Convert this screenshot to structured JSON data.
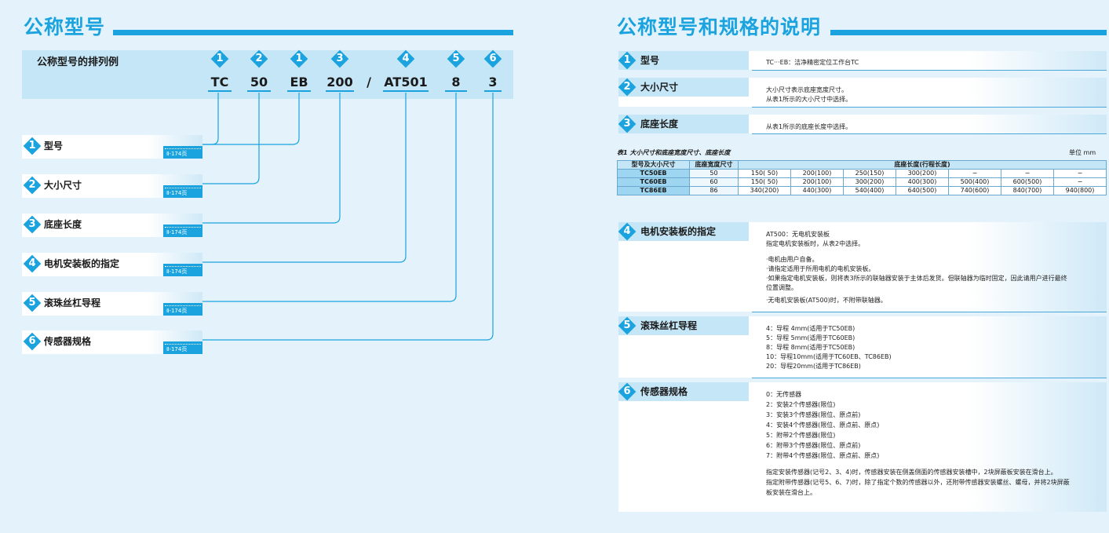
{
  "left": {
    "title": "公称型号",
    "example_label": "公称型号的排列例",
    "codes": [
      {
        "num": "1",
        "code": "TC"
      },
      {
        "num": "2",
        "code": "50"
      },
      {
        "num": "1",
        "code": "EB"
      },
      {
        "num": "3",
        "code": "200"
      },
      {
        "num": "",
        "code": "/"
      },
      {
        "num": "4",
        "code": "AT501"
      },
      {
        "num": "5",
        "code": "8"
      },
      {
        "num": "6",
        "code": "3"
      }
    ],
    "rows": [
      {
        "num": "1",
        "label": "型号",
        "page": "Ⅱ-174页"
      },
      {
        "num": "2",
        "label": "大小尺寸",
        "page": "Ⅱ-174页"
      },
      {
        "num": "3",
        "label": "底座长度",
        "page": "Ⅱ-174页"
      },
      {
        "num": "4",
        "label": "电机安装板的指定",
        "page": "Ⅱ-174页"
      },
      {
        "num": "5",
        "label": "滚珠丝杠导程",
        "page": "Ⅱ-174页"
      },
      {
        "num": "6",
        "label": "传感器规格",
        "page": "Ⅱ-174页"
      }
    ]
  },
  "right": {
    "title": "公称型号和规格的说明",
    "s1": {
      "num": "1",
      "label": "型号",
      "lines": [
        "TC···EB：洁净精密定位工作台TC"
      ]
    },
    "s2": {
      "num": "2",
      "label": "大小尺寸",
      "lines": [
        "大小尺寸表示底座宽度尺寸。",
        "从表1所示的大小尺寸中选择。"
      ]
    },
    "s3": {
      "num": "3",
      "label": "底座长度",
      "lines": [
        "从表1所示的底座长度中选择。"
      ]
    },
    "table": {
      "caption": "表1 大小尺寸和底座宽度尺寸、底座长度",
      "unit": "单位  mm",
      "headers": [
        "型号及大小尺寸",
        "底座宽度尺寸",
        "底座长度(行程长度)"
      ],
      "rows": [
        {
          "model": "TC50EB",
          "width": "50",
          "lengths": [
            "150( 50)",
            "200(100)",
            "250(150)",
            "300(200)",
            "−",
            "−",
            "−"
          ]
        },
        {
          "model": "TC60EB",
          "width": "60",
          "lengths": [
            "150( 50)",
            "200(100)",
            "300(200)",
            "400(300)",
            "500(400)",
            "600(500)",
            "−"
          ]
        },
        {
          "model": "TC86EB",
          "width": "86",
          "lengths": [
            "340(200)",
            "440(300)",
            "540(400)",
            "640(500)",
            "740(600)",
            "840(700)",
            "940(800)"
          ]
        }
      ]
    },
    "s4": {
      "num": "4",
      "label": "电机安装板的指定",
      "lines": [
        "AT500：无电机安装板",
        "指定电机安装板时，从表2中选择。"
      ],
      "bullets": [
        "·电机由用户自备。",
        "·请指定适用于所用电机的电机安装板。",
        "·如果指定电机安装板，则将表3所示的联轴器安装于主体后发货。但联轴器为临时固定，因此请用户进行最终",
        "   位置调整。",
        "·无电机安装板(AT500)时，不附带联轴器。"
      ]
    },
    "s5": {
      "num": "5",
      "label": "滚珠丝杠导程",
      "lines": [
        "  4：导程  4mm(适用于TC50EB)",
        "  5：导程  5mm(适用于TC60EB)",
        "  8：导程  8mm(适用于TC50EB)",
        "10：导程10mm(适用于TC60EB、TC86EB)",
        "20：导程20mm(适用于TC86EB)"
      ]
    },
    "s6": {
      "num": "6",
      "label": "传感器规格",
      "lines": [
        "0：无传感器",
        "2：安装2个传感器(限位)",
        "3：安装3个传感器(限位、原点前)",
        "4：安装4个传感器(限位、原点前、原点)",
        "5：附带2个传感器(限位)",
        "6：附带3个传感器(限位、原点前)",
        "7：附带4个传感器(限位、原点前、原点)"
      ],
      "notes": [
        "指定安装传感器(记号2、3、4)时，传感器安装在侧盖侧面的传感器安装槽中，2块屏蔽板安装在滑台上。",
        "指定附带传感器(记号5、6、7)时，除了指定个数的传感器以外，还附带传感器安装螺丝、螺母，并将2块屏蔽",
        "板安装在滑台上。"
      ]
    }
  },
  "colors": {
    "accent": "#1aa3de",
    "band": "#c5e6f6",
    "page_bg": "#e4f3fb"
  }
}
